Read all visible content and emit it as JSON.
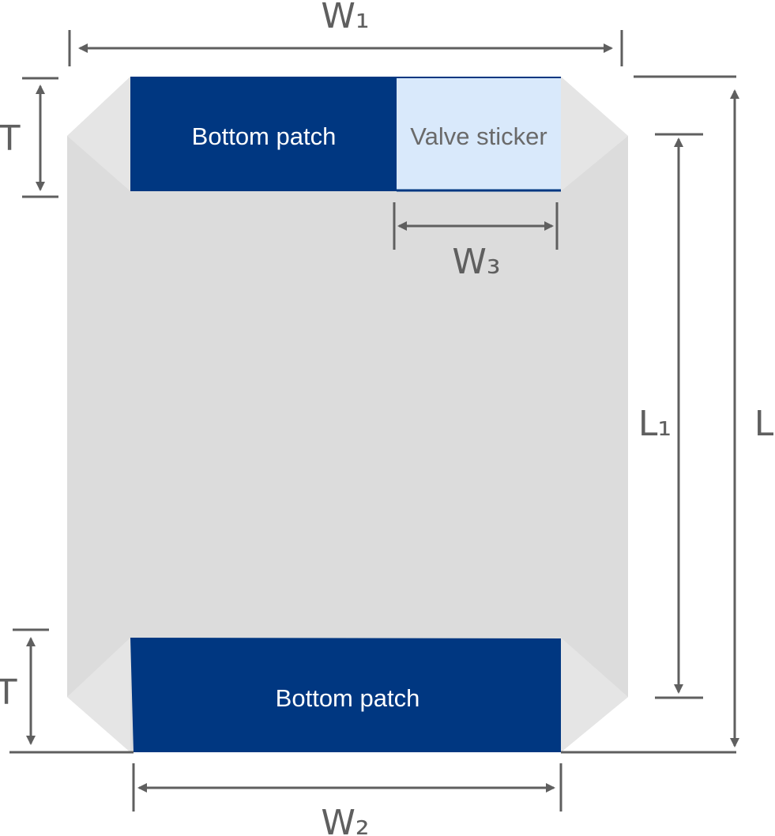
{
  "colors": {
    "bag_body": "#dcdcdc",
    "bag_fold": "#e6e6e6",
    "bottom_patch": "#003781",
    "valve_sticker": "#d9e9fb",
    "dimension_line": "#5f5f5f",
    "patch_text_light": "#ffffff",
    "patch_text_dark": "#6a6a6a"
  },
  "patches": {
    "top_bottom_patch_label": "Bottom patch",
    "valve_sticker_label": "Valve sticker",
    "lower_bottom_patch_label": "Bottom patch"
  },
  "dimensions": {
    "w1": "W₁",
    "w2": "W₂",
    "w3": "W₃",
    "t_top": "T",
    "t_bottom": "T",
    "l1": "L₁",
    "l": "L"
  }
}
